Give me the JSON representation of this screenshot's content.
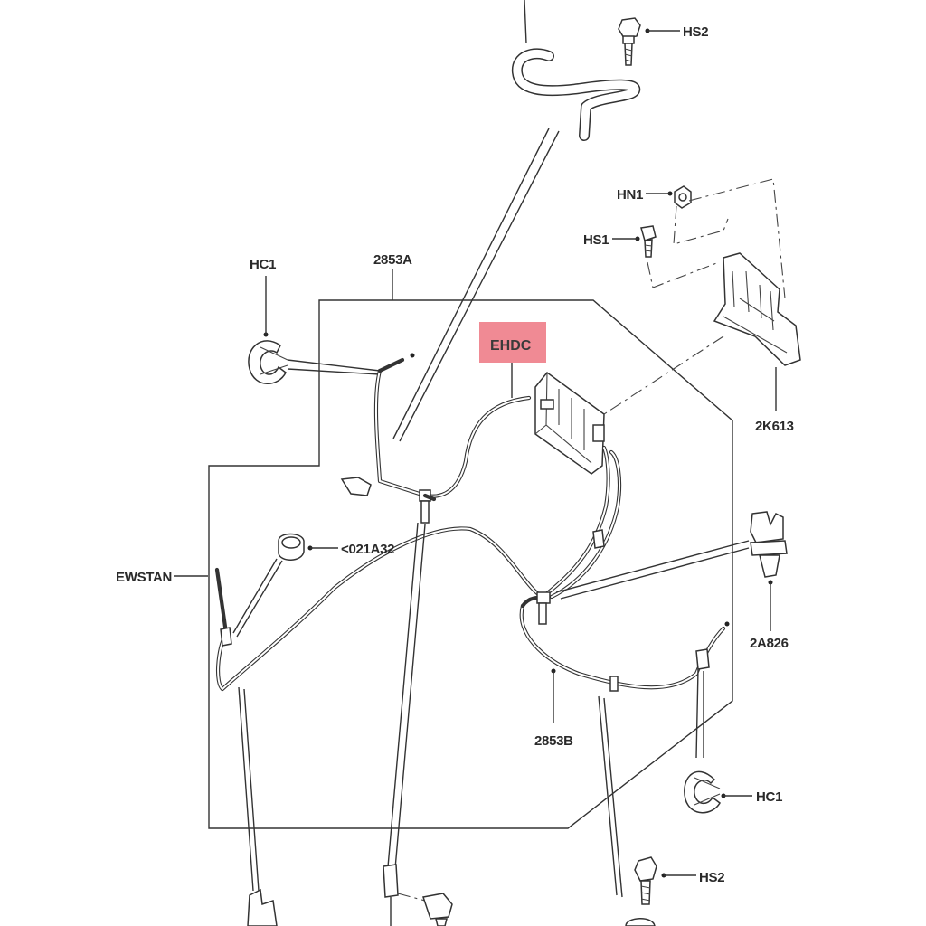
{
  "highlight_color": "#f08a94",
  "labels": {
    "hs2_top": "HS2",
    "hn1": "HN1",
    "hs1": "HS1",
    "hc1_left": "HC1",
    "cable_2853a": "2853A",
    "ehdc": "EHDC",
    "bracket_2k613": "2K613",
    "grommet_021a32": "<021A32",
    "ewstan": "EWSTAN",
    "connector_2a826": "2A826",
    "cable_2853b": "2853B",
    "hc1_right": "HC1",
    "hs2_bottom": "HS2"
  }
}
